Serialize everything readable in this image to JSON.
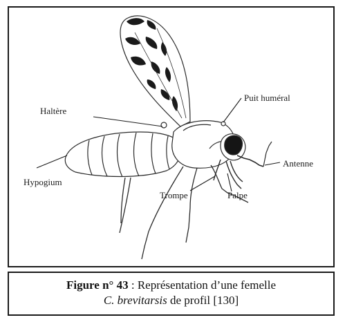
{
  "figure": {
    "labels": {
      "haltere": "Haltère",
      "puit_humeral": "Puit huméral",
      "antenne": "Antenne",
      "hypogium": "Hypogium",
      "trompe": "Trompe",
      "palpe": "Palpe"
    }
  },
  "caption": {
    "number": "Figure n° 43",
    "separator": " : ",
    "text": "Représentation d’une femelle",
    "species": "C. brevitarsis",
    "suffix": " de profil [130]"
  },
  "colors": {
    "border": "#1a1a1a",
    "ink": "#1c1c1c",
    "wing_spots": "#1a1a1a"
  }
}
